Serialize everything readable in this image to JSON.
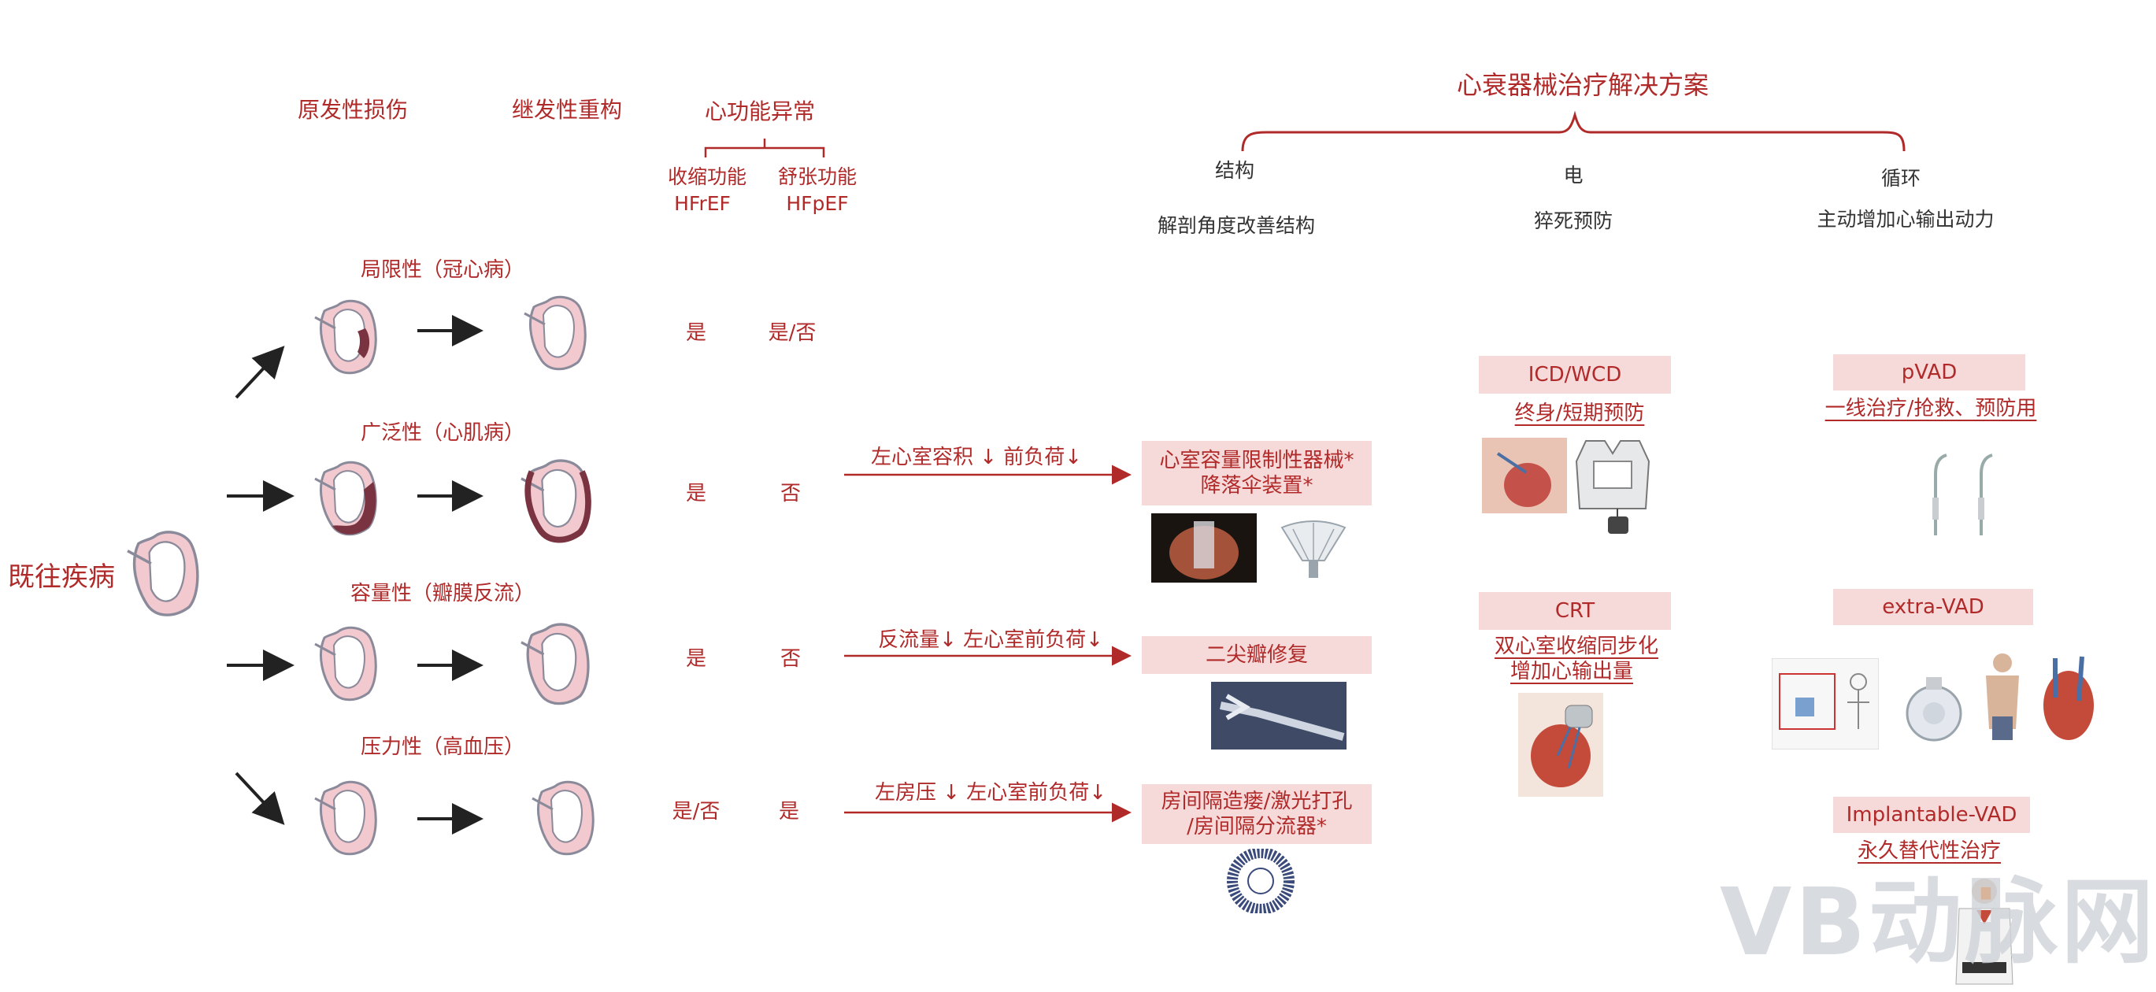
{
  "left": {
    "origin": "既往疾病"
  },
  "headers": {
    "primary_injury": "原发性损伤",
    "secondary_remodeling": "继发性重构",
    "cardiac_dysfunction": "心功能异常",
    "systolic": "收缩功能",
    "systolic_abbr": "HFrEF",
    "diastolic": "舒张功能",
    "diastolic_abbr": "HFpEF"
  },
  "rows": [
    {
      "category": "局限性（冠心病）",
      "hfref": "是",
      "hfpef": "是/否"
    },
    {
      "category": "广泛性（心肌病）",
      "hfref": "是",
      "hfpef": "否",
      "effect": "左心室容积 ↓ 前负荷↓",
      "device_line1": "心室容量限制性器械*",
      "device_line2": "降落伞装置*"
    },
    {
      "category": "容量性（瓣膜反流）",
      "hfref": "是",
      "hfpef": "否",
      "effect": "反流量↓ 左心室前负荷↓",
      "device_line1": "二尖瓣修复"
    },
    {
      "category": "压力性（高血压）",
      "hfref": "是/否",
      "hfpef": "是",
      "effect": "左房压 ↓ 左心室前负荷↓",
      "device_line1": "房间隔造瘘/激光打孔",
      "device_line2": "/房间隔分流器*"
    }
  ],
  "solutions": {
    "title": "心衰器械治疗解决方案",
    "columns": [
      {
        "label": "结构",
        "desc": "解剖角度改善结构"
      },
      {
        "label": "电",
        "desc": "猝死预防"
      },
      {
        "label": "循环",
        "desc": "主动增加心输出动力"
      }
    ]
  },
  "electric": [
    {
      "name": "ICD/WCD",
      "desc": "终身/短期预防"
    },
    {
      "name": "CRT",
      "desc_line1": "双心室收缩同步化",
      "desc_line2": "增加心输出量"
    }
  ],
  "circulation": [
    {
      "name": "pVAD",
      "desc": "一线治疗/抢救、预防用"
    },
    {
      "name": "extra-VAD"
    },
    {
      "name": "Implantable-VAD",
      "desc": "永久替代性治疗"
    }
  ],
  "watermark": "VB动脉网",
  "colors": {
    "accent": "#b12a2a",
    "box": "#f6d9d9",
    "heart_fill": "#f2c9cf",
    "heart_stroke": "#8a8a9a",
    "damage": "#7a3340"
  }
}
